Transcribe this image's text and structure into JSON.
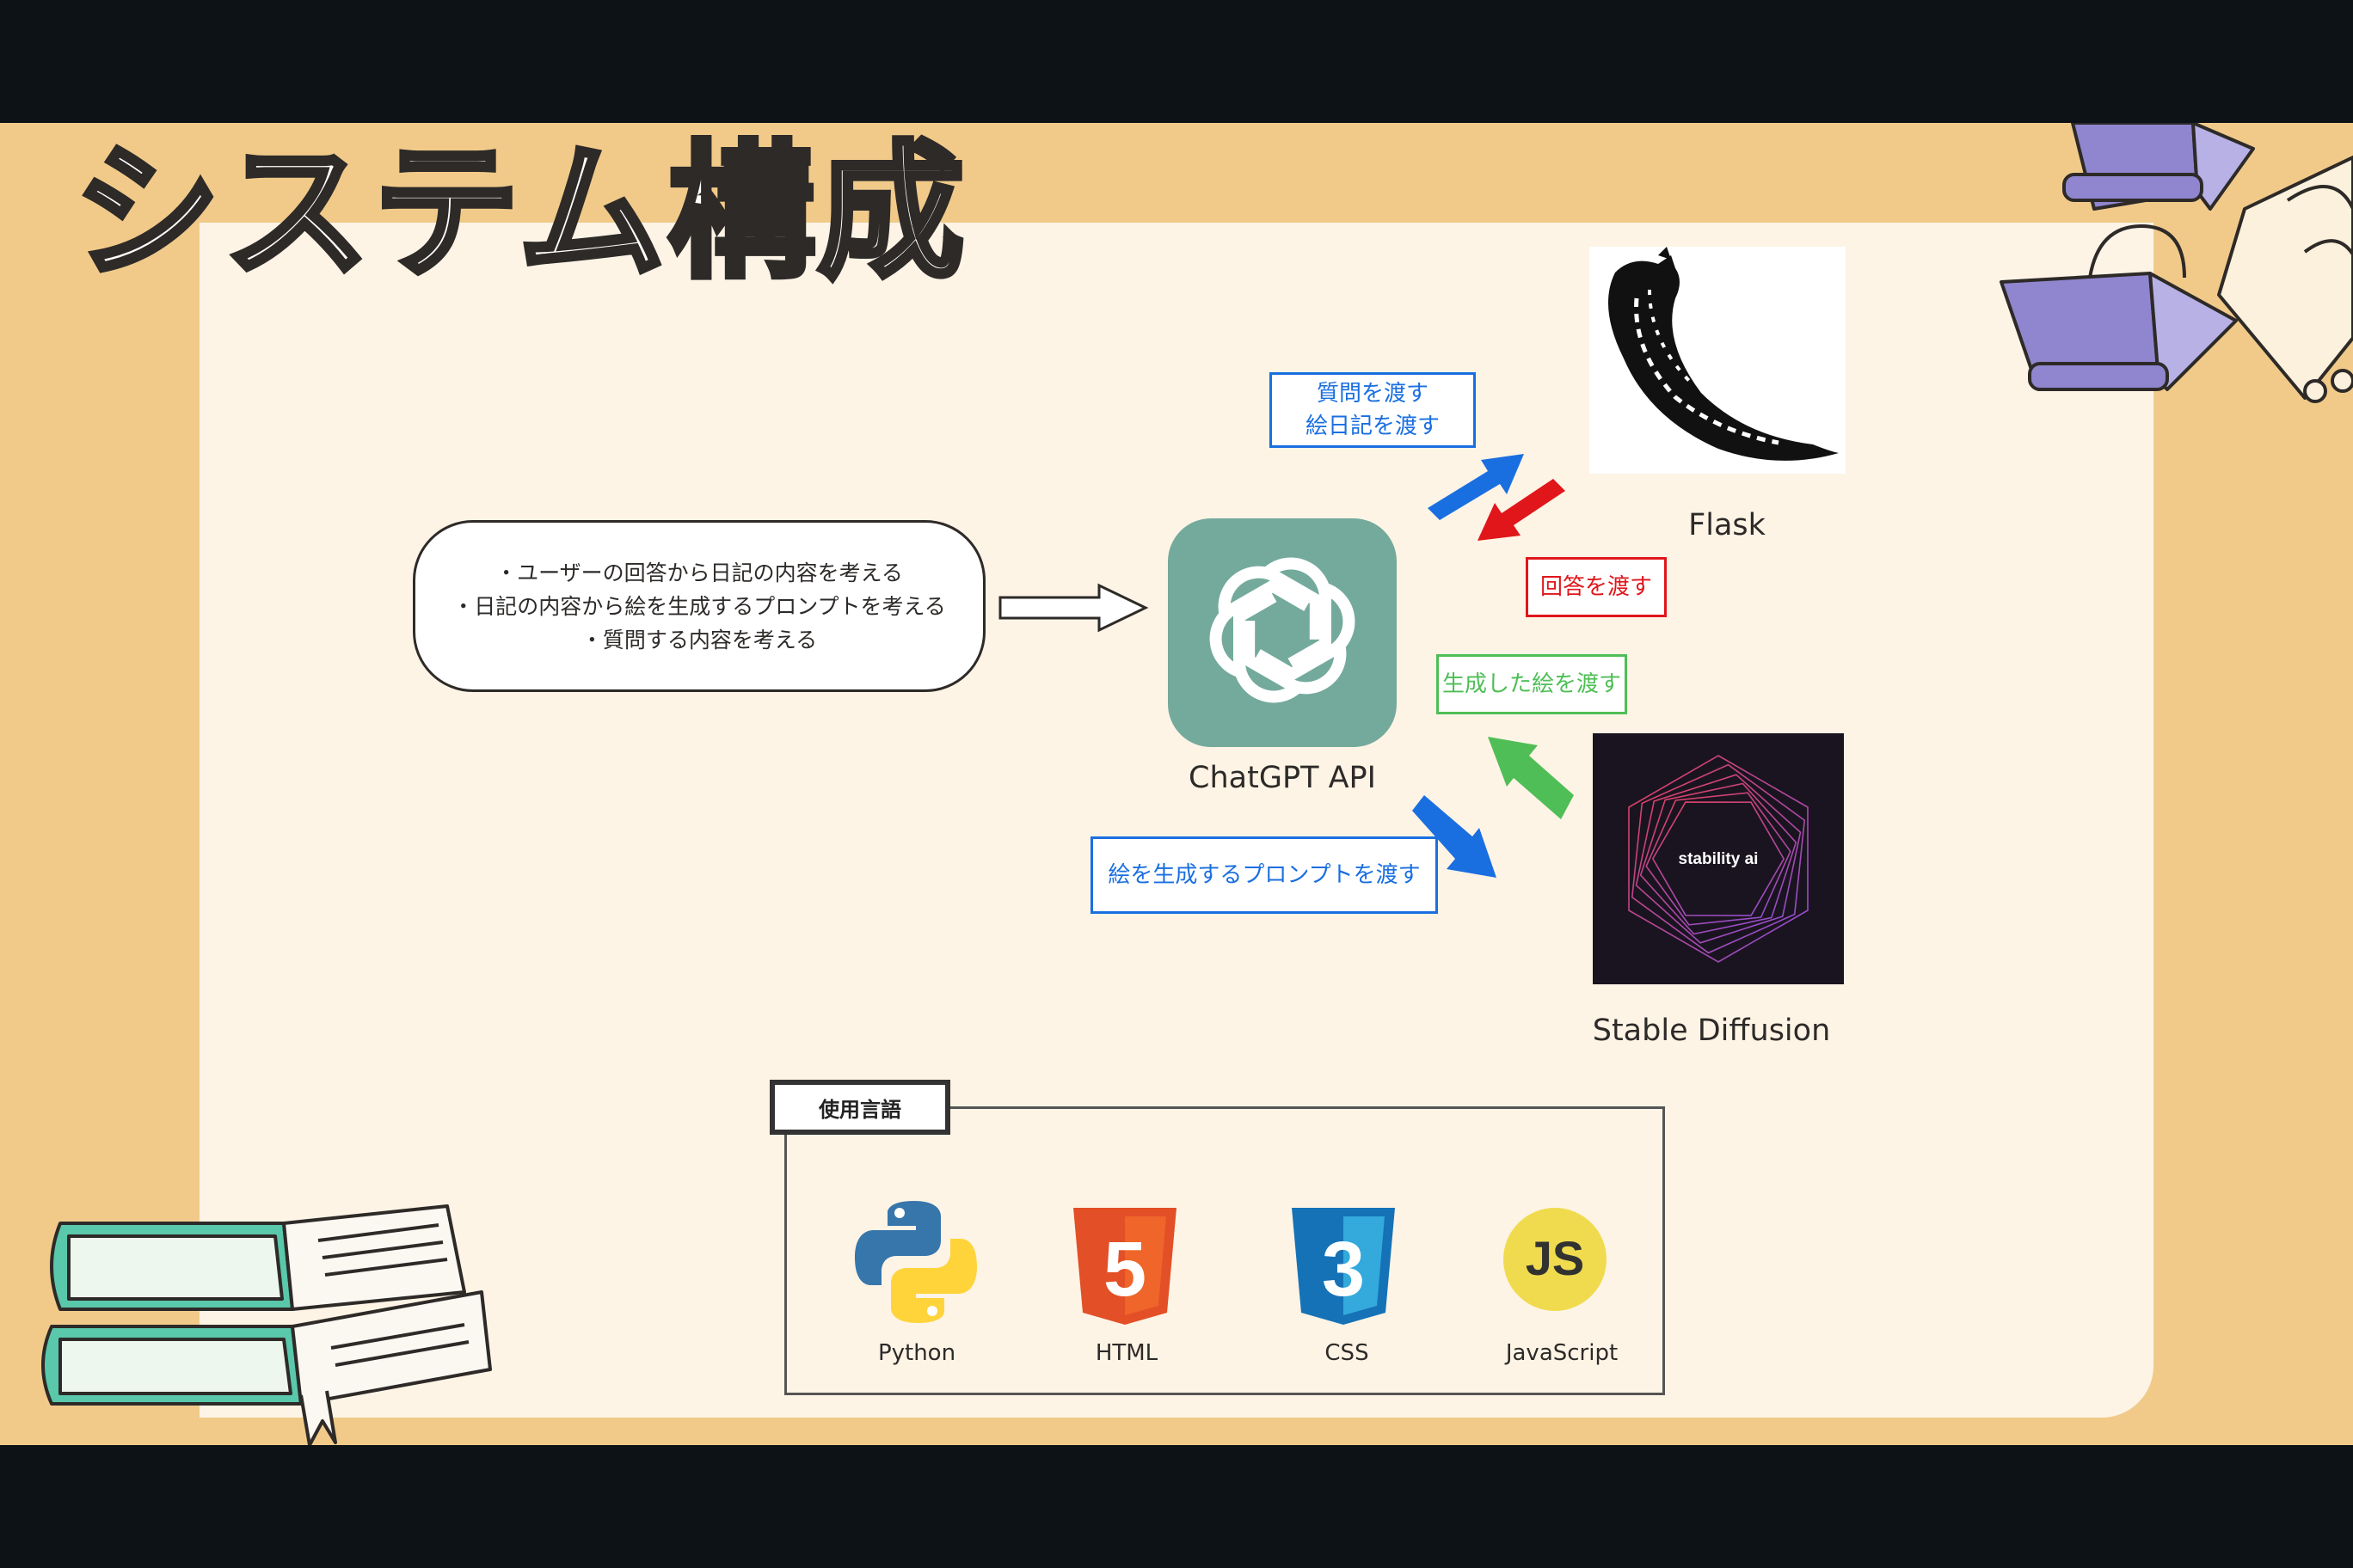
{
  "title": "システム構成",
  "bubble": {
    "lines": [
      "・ユーザーの回答から日記の内容を考える",
      "・日記の内容から絵を生成するプロンプトを考える",
      "・質問する内容を考える"
    ]
  },
  "nodes": {
    "chatgpt": "ChatGPT API",
    "flask": "Flask",
    "stable": "Stable Diffusion",
    "stability_logo_text": "stability ai"
  },
  "arrows": {
    "to_flask": [
      "質問を渡す",
      "絵日記を渡す"
    ],
    "from_flask": "回答を渡す",
    "from_sd": "生成した絵を渡す",
    "to_sd": "絵を生成するプロンプトを渡す"
  },
  "languages": {
    "heading": "使用言語",
    "items": [
      "Python",
      "HTML",
      "CSS",
      "JavaScript"
    ],
    "html_badge": "5",
    "css_badge": "3",
    "js_badge": "JS"
  },
  "colors": {
    "blue": "#1a6fe0",
    "red": "#e0161b",
    "green": "#4fbe56",
    "chatgpt": "#74aa9c"
  }
}
